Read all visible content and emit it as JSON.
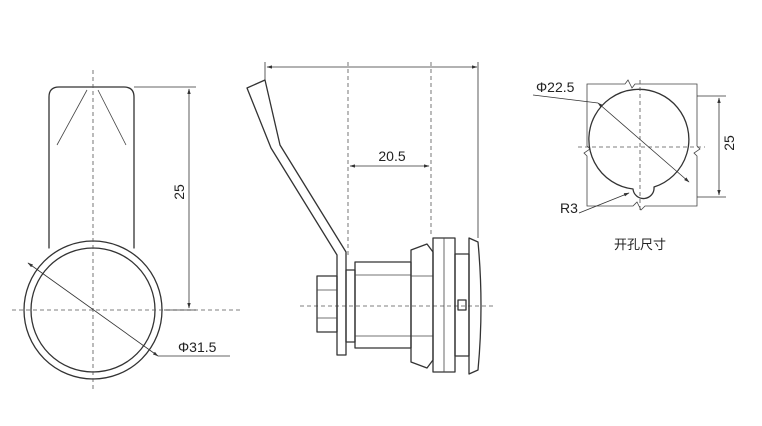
{
  "front_view": {
    "dim_height": "25",
    "dim_diameter": "Φ31.5"
  },
  "side_view": {
    "dim_offset": "20.5"
  },
  "cutout_view": {
    "dim_diameter": "Φ22.5",
    "dim_height": "25",
    "dim_radius": "R3",
    "caption": "开孔尺寸"
  }
}
